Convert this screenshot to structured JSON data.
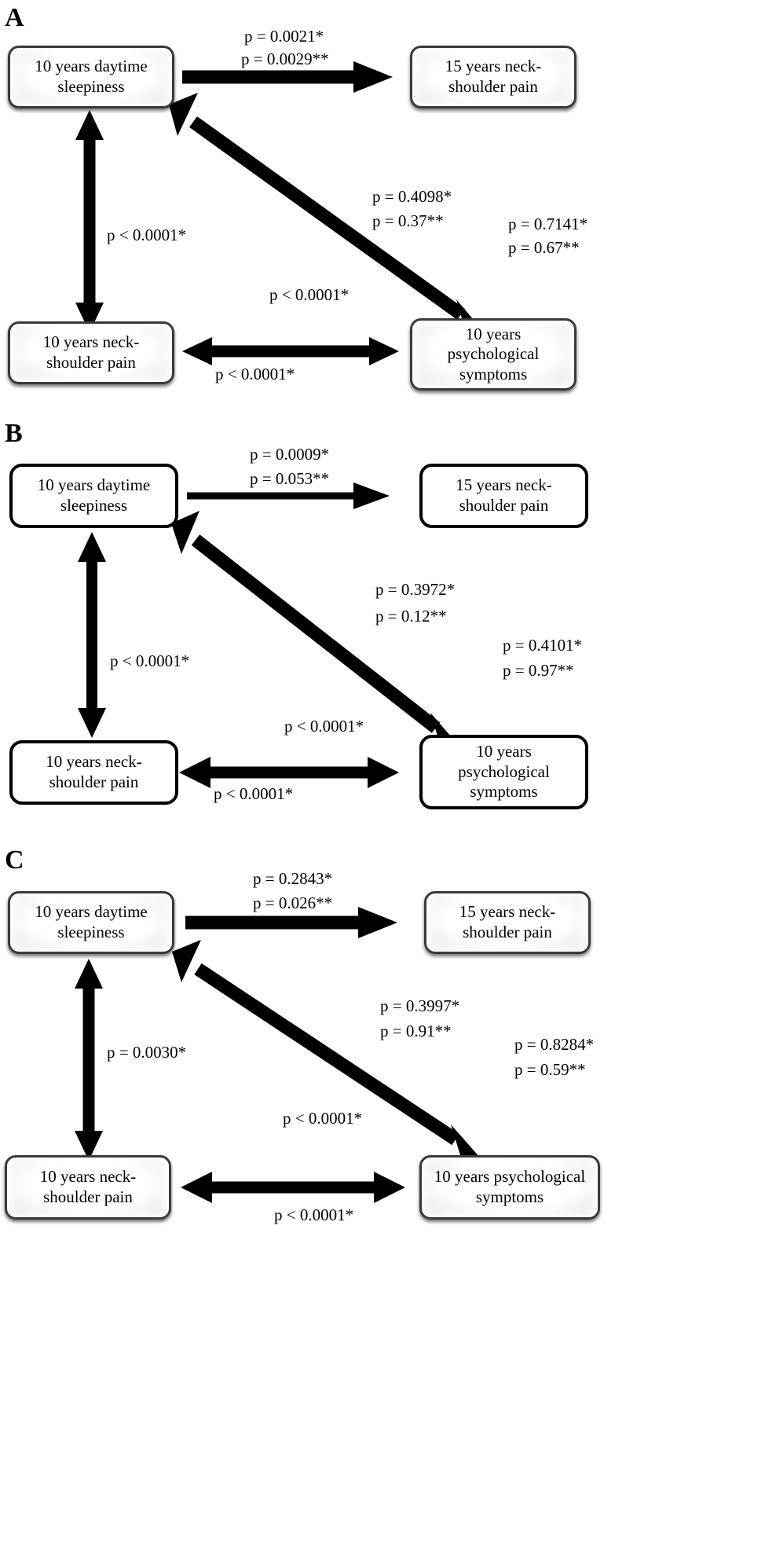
{
  "figure": {
    "type": "path-diagram",
    "panels": [
      {
        "letter": "A",
        "box_style": "beveled",
        "nodes": [
          {
            "id": "daytime_sleepiness_10y",
            "label": "10 years daytime\nsleepiness"
          },
          {
            "id": "neck_shoulder_pain_15y",
            "label": "15 years neck-\nshoulder pain"
          },
          {
            "id": "neck_shoulder_pain_10y",
            "label": "10 years neck-\nshoulder pain"
          },
          {
            "id": "psychological_symptoms_10y",
            "label": "10 years\npsychological\nsymptoms"
          }
        ],
        "edges": [
          {
            "id": "sleepiness-to-pain15",
            "from": "daytime_sleepiness_10y",
            "to": "neck_shoulder_pain_15y",
            "direction": "one-way",
            "labels": [
              "p = 0.0021*",
              "p = 0.0029**"
            ]
          },
          {
            "id": "sleepiness-to-psych",
            "from": "daytime_sleepiness_10y",
            "to": "psychological_symptoms_10y",
            "direction": "two-way",
            "labels": [
              "p = 0.4098*",
              "p = 0.37**"
            ],
            "extra_label": "p < 0.0001*"
          },
          {
            "id": "sleepiness-to-pain10",
            "from": "daytime_sleepiness_10y",
            "to": "neck_shoulder_pain_10y",
            "direction": "two-way",
            "labels": [
              "p < 0.0001*"
            ]
          },
          {
            "id": "pain10-to-psych",
            "from": "neck_shoulder_pain_10y",
            "to": "psychological_symptoms_10y",
            "direction": "two-way",
            "labels": [
              "p < 0.0001*"
            ]
          },
          {
            "id": "unlabeled-right",
            "from": "psychological_symptoms_10y",
            "to": "neck_shoulder_pain_15y",
            "direction": "none",
            "labels": [
              "p = 0.7141*",
              "p = 0.67**"
            ]
          }
        ]
      },
      {
        "letter": "B",
        "box_style": "plain",
        "nodes": [
          {
            "id": "daytime_sleepiness_10y",
            "label": "10 years daytime\nsleepiness"
          },
          {
            "id": "neck_shoulder_pain_15y",
            "label": "15 years neck-\nshoulder pain"
          },
          {
            "id": "neck_shoulder_pain_10y",
            "label": "10 years neck-\nshoulder pain"
          },
          {
            "id": "psychological_symptoms_10y",
            "label": "10 years\npsychological\nsymptoms"
          }
        ],
        "edges": [
          {
            "id": "sleepiness-to-pain15",
            "from": "daytime_sleepiness_10y",
            "to": "neck_shoulder_pain_15y",
            "direction": "one-way",
            "labels": [
              "p = 0.0009*",
              "p = 0.053**"
            ]
          },
          {
            "id": "sleepiness-to-psych",
            "from": "daytime_sleepiness_10y",
            "to": "psychological_symptoms_10y",
            "direction": "two-way",
            "labels": [
              "p = 0.3972*",
              "p = 0.12**"
            ],
            "extra_label": "p < 0.0001*"
          },
          {
            "id": "sleepiness-to-pain10",
            "from": "daytime_sleepiness_10y",
            "to": "neck_shoulder_pain_10y",
            "direction": "two-way",
            "labels": [
              "p < 0.0001*"
            ]
          },
          {
            "id": "pain10-to-psych",
            "from": "neck_shoulder_pain_10y",
            "to": "psychological_symptoms_10y",
            "direction": "two-way",
            "labels": [
              "p < 0.0001*"
            ]
          },
          {
            "id": "unlabeled-right",
            "from": "psychological_symptoms_10y",
            "to": "neck_shoulder_pain_15y",
            "direction": "none",
            "labels": [
              "p = 0.4101*",
              "p = 0.97**"
            ]
          }
        ]
      },
      {
        "letter": "C",
        "box_style": "beveled",
        "nodes": [
          {
            "id": "daytime_sleepiness_10y",
            "label": "10 years daytime\nsleepiness"
          },
          {
            "id": "neck_shoulder_pain_15y",
            "label": "15 years neck-\nshoulder pain"
          },
          {
            "id": "neck_shoulder_pain_10y",
            "label": "10 years neck-\nshoulder pain"
          },
          {
            "id": "psychological_symptoms_10y",
            "label": "10 years psychological\nsymptoms"
          }
        ],
        "edges": [
          {
            "id": "sleepiness-to-pain15",
            "from": "daytime_sleepiness_10y",
            "to": "neck_shoulder_pain_15y",
            "direction": "one-way",
            "labels": [
              "p = 0.2843*",
              "p = 0.026**"
            ]
          },
          {
            "id": "sleepiness-to-psych",
            "from": "daytime_sleepiness_10y",
            "to": "psychological_symptoms_10y",
            "direction": "two-way",
            "labels": [
              "p = 0.3997*",
              "p = 0.91**"
            ],
            "extra_label": "p < 0.0001*"
          },
          {
            "id": "sleepiness-to-pain10",
            "from": "daytime_sleepiness_10y",
            "to": "neck_shoulder_pain_10y",
            "direction": "two-way",
            "labels": [
              "p = 0.0030*"
            ]
          },
          {
            "id": "pain10-to-psych",
            "from": "neck_shoulder_pain_10y",
            "to": "psychological_symptoms_10y",
            "direction": "two-way",
            "labels": [
              "p < 0.0001*"
            ]
          },
          {
            "id": "unlabeled-right",
            "from": "psychological_symptoms_10y",
            "to": "neck_shoulder_pain_15y",
            "direction": "none",
            "labels": [
              "p = 0.8284*",
              "p = 0.59**"
            ]
          }
        ]
      }
    ]
  },
  "panelA": {
    "letter": "A",
    "node_sleepiness_line1": "10 years daytime",
    "node_sleepiness_line2": "sleepiness",
    "node_pain15_line1": "15 years neck-",
    "node_pain15_line2": "shoulder pain",
    "node_pain10_line1": "10 years neck-",
    "node_pain10_line2": "shoulder pain",
    "node_psych_line1": "10 years",
    "node_psych_line2": "psychological",
    "node_psych_line3": "symptoms",
    "lbl_top_1": "p = 0.0021*",
    "lbl_top_2": "p = 0.0029**",
    "lbl_diag_1": "p = 0.4098*",
    "lbl_diag_2": "p = 0.37**",
    "lbl_right_1": "p = 0.7141*",
    "lbl_right_2": "p = 0.67**",
    "lbl_left": "p < 0.0001*",
    "lbl_diag_extra": "p < 0.0001*",
    "lbl_bottom": "p < 0.0001*"
  },
  "panelB": {
    "letter": "B",
    "node_sleepiness_line1": "10 years daytime",
    "node_sleepiness_line2": "sleepiness",
    "node_pain15_line1": "15 years neck-",
    "node_pain15_line2": "shoulder pain",
    "node_pain10_line1": "10 years neck-",
    "node_pain10_line2": "shoulder pain",
    "node_psych_line1": "10 years",
    "node_psych_line2": "psychological",
    "node_psych_line3": "symptoms",
    "lbl_top_1": "p = 0.0009*",
    "lbl_top_2": "p = 0.053**",
    "lbl_diag_1": "p = 0.3972*",
    "lbl_diag_2": "p = 0.12**",
    "lbl_right_1": "p = 0.4101*",
    "lbl_right_2": "p = 0.97**",
    "lbl_left": "p < 0.0001*",
    "lbl_diag_extra": "p < 0.0001*",
    "lbl_bottom": "p < 0.0001*"
  },
  "panelC": {
    "letter": "C",
    "node_sleepiness_line1": "10 years daytime",
    "node_sleepiness_line2": "sleepiness",
    "node_pain15_line1": "15 years neck-",
    "node_pain15_line2": "shoulder pain",
    "node_pain10_line1": "10 years neck-",
    "node_pain10_line2": "shoulder pain",
    "node_psych_line1": "10 years psychological",
    "node_psych_line2": "symptoms",
    "lbl_top_1": "p = 0.2843*",
    "lbl_top_2": "p = 0.026**",
    "lbl_diag_1": "p = 0.3997*",
    "lbl_diag_2": "p = 0.91**",
    "lbl_right_1": "p = 0.8284*",
    "lbl_right_2": "p = 0.59**",
    "lbl_left": "p = 0.0030*",
    "lbl_diag_extra": "p < 0.0001*",
    "lbl_bottom": "p < 0.0001*"
  }
}
